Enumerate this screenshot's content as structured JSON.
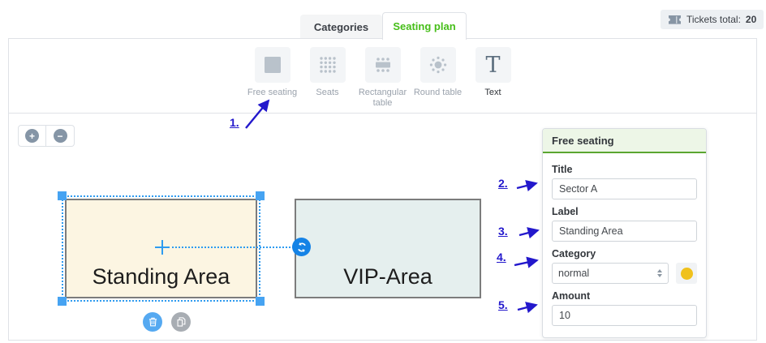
{
  "tabs": {
    "categories": "Categories",
    "seating_plan": "Seating plan"
  },
  "tickets_badge": {
    "label": "Tickets total:",
    "value": "20"
  },
  "toolbar": {
    "items": [
      {
        "label": "Free seating",
        "icon": "free-seating-icon"
      },
      {
        "label": "Seats",
        "icon": "seats-grid-icon"
      },
      {
        "label": "Rectangular table",
        "icon": "rectangular-table-icon"
      },
      {
        "label": "Round table",
        "icon": "round-table-icon"
      },
      {
        "label": "Text",
        "icon": "text-tool-icon"
      }
    ]
  },
  "zoom_controls": {
    "zoom_in": "+",
    "zoom_out": "−"
  },
  "canvas": {
    "shapes": [
      {
        "label": "Standing Area",
        "selected": true,
        "fill": "#fcf5e2"
      },
      {
        "label": "VIP-Area",
        "selected": false,
        "fill": "#e5efee"
      }
    ]
  },
  "panel": {
    "title": "Free seating",
    "fields": {
      "title": {
        "label": "Title",
        "value": "Sector A"
      },
      "label": {
        "label": "Label",
        "value": "Standing Area"
      },
      "category": {
        "label": "Category",
        "value": "normal",
        "swatch_color": "#f0c11c"
      },
      "amount": {
        "label": "Amount",
        "value": "10"
      }
    }
  },
  "annotations": {
    "n1": "1.",
    "n2": "2.",
    "n3": "3.",
    "n4": "4.",
    "n5": "5."
  },
  "icons": {
    "badge": "ticket-icon",
    "shape_actions": [
      "trash-icon",
      "duplicate-icon"
    ],
    "rotate": "rotate-icon"
  },
  "colors": {
    "accent_green": "#46be19",
    "header_green_border": "#5ba630",
    "selection_blue": "#2e9bf0",
    "rotate_blue": "#1583e6",
    "annotation_blue": "#2318cc",
    "category_swatch": "#f0c11c"
  }
}
